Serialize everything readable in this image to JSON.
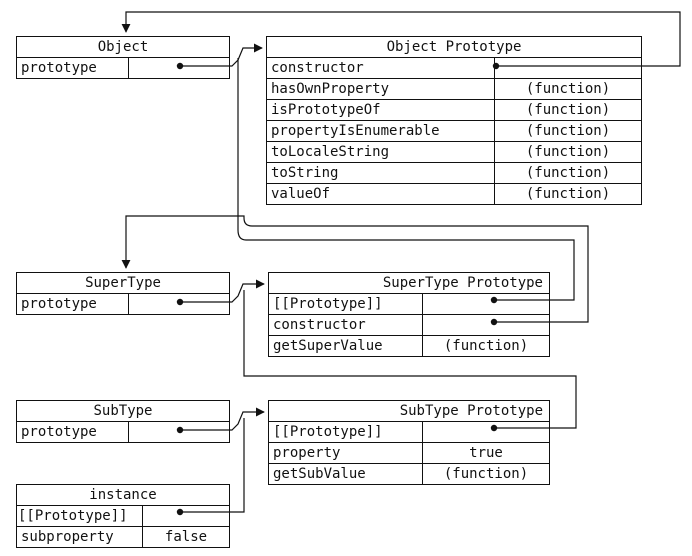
{
  "tables": [
    {
      "id": "object",
      "title": "Object",
      "rows": [
        {
          "label": "prototype",
          "value": ""
        }
      ]
    },
    {
      "id": "object-prototype",
      "title": "Object Prototype",
      "rows": [
        {
          "label": "constructor",
          "value": ""
        },
        {
          "label": "hasOwnProperty",
          "value": "(function)"
        },
        {
          "label": "isPrototypeOf",
          "value": "(function)"
        },
        {
          "label": "propertyIsEnumerable",
          "value": "(function)"
        },
        {
          "label": "toLocaleString",
          "value": "(function)"
        },
        {
          "label": "toString",
          "value": "(function)"
        },
        {
          "label": "valueOf",
          "value": "(function)"
        }
      ]
    },
    {
      "id": "supertype",
      "title": "SuperType",
      "rows": [
        {
          "label": "prototype",
          "value": ""
        }
      ]
    },
    {
      "id": "supertype-prototype",
      "title": "SuperType Prototype",
      "rows": [
        {
          "label": "[[Prototype]]",
          "value": ""
        },
        {
          "label": "constructor",
          "value": ""
        },
        {
          "label": "getSuperValue",
          "value": "(function)"
        }
      ]
    },
    {
      "id": "subtype",
      "title": "SubType",
      "rows": [
        {
          "label": "prototype",
          "value": ""
        }
      ]
    },
    {
      "id": "subtype-prototype",
      "title": "SubType Prototype",
      "rows": [
        {
          "label": "[[Prototype]]",
          "value": ""
        },
        {
          "label": "property",
          "value": "true"
        },
        {
          "label": "getSubValue",
          "value": "(function)"
        }
      ]
    },
    {
      "id": "instance",
      "title": "instance",
      "rows": [
        {
          "label": "[[Prototype]]",
          "value": ""
        },
        {
          "label": "subproperty",
          "value": "false"
        }
      ]
    }
  ],
  "links": [
    {
      "from": "object.prototype",
      "to": "object-prototype"
    },
    {
      "from": "object-prototype.constructor",
      "to": "object"
    },
    {
      "from": "supertype.prototype",
      "to": "supertype-prototype"
    },
    {
      "from": "supertype-prototype.[[Prototype]]",
      "to": "object-prototype"
    },
    {
      "from": "supertype-prototype.constructor",
      "to": "supertype"
    },
    {
      "from": "subtype.prototype",
      "to": "subtype-prototype"
    },
    {
      "from": "subtype-prototype.[[Prototype]]",
      "to": "supertype-prototype"
    },
    {
      "from": "instance.[[Prototype]]",
      "to": "subtype-prototype"
    }
  ]
}
